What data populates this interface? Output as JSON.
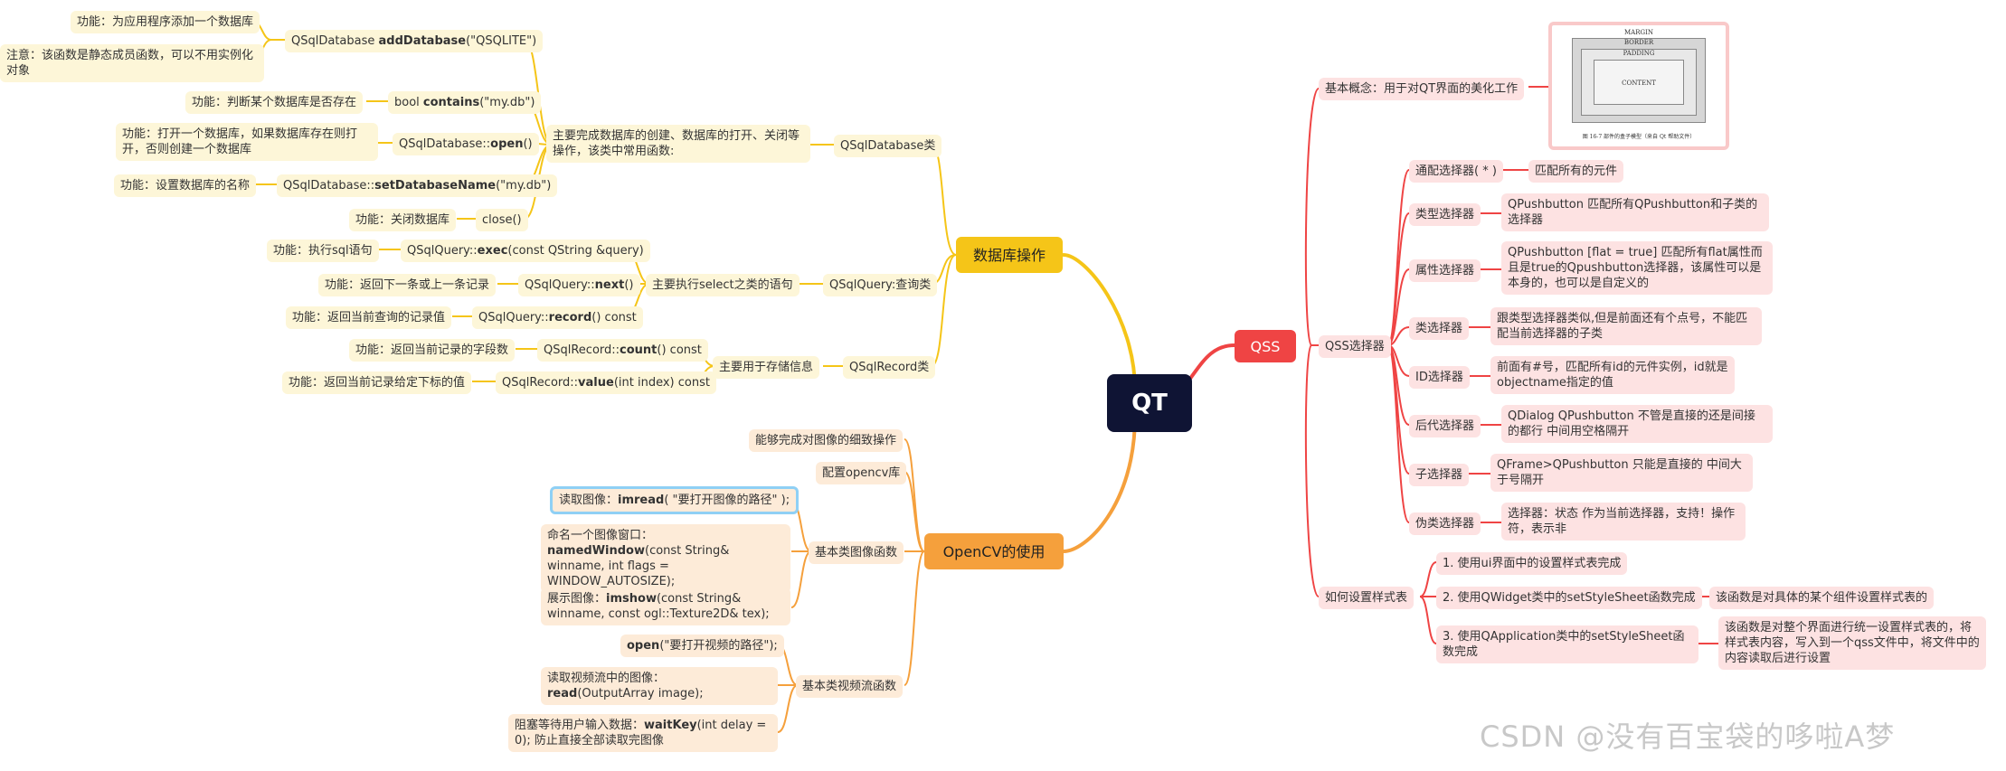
{
  "root": {
    "label": "QT"
  },
  "db": {
    "hub": "数据库操作",
    "qsqldatabase": {
      "label": "QSqlDatabase类",
      "desc": "主要完成数据库的创建、数据库的打开、关闭等操作，该类中常用函数:",
      "add": {
        "prefix": "QSqlDatabase ",
        "func": "addDatabase",
        "suffix": "(\"QSQLITE\")",
        "note1": "功能：为应用程序添加一个数据库",
        "note2": "注意：该函数是静态成员函数，可以不用实例化对象"
      },
      "contains": {
        "prefix": "bool ",
        "func": "contains",
        "suffix": "(\"my.db\")",
        "note": "功能：判断某个数据库是否存在"
      },
      "open": {
        "prefix": "QSqlDatabase::",
        "func": "open",
        "suffix": "()",
        "note": "功能：打开一个数据库，如果数据库存在则打开，否则创建一个数据库"
      },
      "setname": {
        "prefix": "QSqlDatabase::",
        "func": "setDatabaseName",
        "suffix": "(\"my.db\")",
        "note": "功能：设置数据库的名称"
      },
      "close": {
        "text": "close()",
        "note": "功能：关闭数据库"
      }
    },
    "qsqlquery": {
      "label": "QSqlQuery:查询类",
      "desc": "主要执行select之类的语句",
      "exec": {
        "prefix": "QSqlQuery::",
        "func": "exec",
        "suffix": "(const QString &query)",
        "note": "功能：执行sql语句"
      },
      "next": {
        "prefix": "QSqlQuery::",
        "func": "next",
        "suffix": "()",
        "note": "功能：返回下一条或上一条记录"
      },
      "record": {
        "prefix": "QSqlQuery::",
        "func": "record",
        "suffix": "() const",
        "note": "功能：返回当前查询的记录值"
      }
    },
    "qsqlrecord": {
      "label": "QSqlRecord类",
      "desc": "主要用于存储信息",
      "count": {
        "prefix": "QSqlRecord::",
        "func": "count",
        "suffix": "() const",
        "note": "功能：返回当前记录的字段数"
      },
      "value": {
        "prefix": "QSqlRecord::",
        "func": "value",
        "suffix": "(int index) const",
        "note": "功能：返回当前记录给定下标的值"
      }
    }
  },
  "cv": {
    "hub": "OpenCV的使用",
    "detail": "能够完成对图像的细致操作",
    "config": "配置opencv库",
    "image": {
      "label": "基本类图像函数",
      "imread": {
        "prefix": "读取图像：",
        "func": "imread",
        "suffix": "( \"要打开图像的路径\" );"
      },
      "namedWindow": {
        "prefix": "命名一个图像窗口：",
        "func": "namedWindow",
        "suffix": "(const String& winname, int flags = WINDOW_AUTOSIZE);"
      },
      "imshow": {
        "prefix": "展示图像：",
        "func": "imshow",
        "suffix": "(const String& winname, const ogl::Texture2D& tex);"
      }
    },
    "video": {
      "label": "基本类视频流函数",
      "open": {
        "prefix": "",
        "func": "open",
        "suffix": "(\"要打开视频的路径\");"
      },
      "read": {
        "prefix": "读取视频流中的图像：",
        "func": "read",
        "suffix": "(OutputArray image);"
      },
      "waitKey": {
        "prefix": "阻塞等待用户输入数据：",
        "func": "waitKey",
        "suffix": "(int delay = 0); 防止直接全部读取完图像"
      }
    }
  },
  "qss": {
    "hub": "QSS",
    "concept": "基本概念：用于对QT界面的美化工作",
    "boxmodel": {
      "margin": "MARGIN",
      "border": "BORDER",
      "padding": "PADDING",
      "content": "CONTENT",
      "caption": "图 16-7   部件的盒子模型（来自 Qt 帮助文件）"
    },
    "selectors": {
      "label": "QSS选择器",
      "items": [
        {
          "name": "通配选择器(  *  )",
          "desc": "匹配所有的元件"
        },
        {
          "name": "类型选择器",
          "desc": "QPushbutton     匹配所有QPushbutton和子类的选择器"
        },
        {
          "name": "属性选择器",
          "desc": "QPushbutton [flat = true]     匹配所有flat属性而且是true的Qpushbutton选择器，该属性可以是本身的，也可以是自定义的"
        },
        {
          "name": "类选择器",
          "desc": "   跟类型选择器类似,但是前面还有个点号，不能匹配当前选择器的子类"
        },
        {
          "name": "ID选择器",
          "desc": "前面有#号，匹配所有id的元件实例，id就是objectname指定的值"
        },
        {
          "name": "后代选择器",
          "desc": "QDialog QPushbutton       不管是直接的还是间接的都行 中间用空格隔开"
        },
        {
          "name": "子选择器",
          "desc": "QFrame>QPushbutton       只能是直接的 中间大于号隔开"
        },
        {
          "name": "伪类选择器",
          "desc": "选择器：状态  作为当前选择器，支持！操作符，表示非"
        }
      ]
    },
    "howto": {
      "label": "如何设置样式表",
      "items": [
        {
          "text": "1. 使用ui界面中的设置样式表完成",
          "note": ""
        },
        {
          "text": "2. 使用QWidget类中的setStyleSheet函数完成",
          "note": "该函数是对具体的某个组件设置样式表的"
        },
        {
          "text": "3. 使用QApplication类中的setStyleSheet函数完成",
          "note": "该函数是对整个界面进行统一设置样式表的，将样式表内容，写入到一个qss文件中，将文件中的内容读取后进行设置"
        }
      ]
    }
  },
  "watermark": "CSDN @没有百宝袋的哆啦A梦",
  "colors": {
    "db": "#f5c518",
    "cv": "#f5a03c",
    "qss": "#ef4444",
    "root": "#0f1434"
  }
}
